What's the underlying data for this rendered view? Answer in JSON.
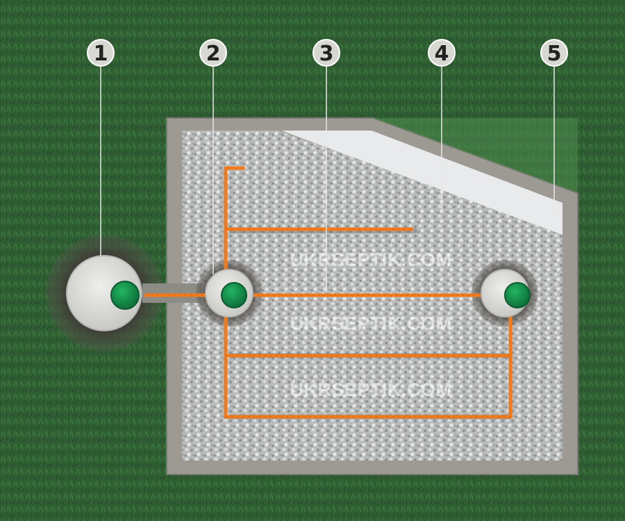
{
  "callouts": [
    {
      "label": "1"
    },
    {
      "label": "2"
    },
    {
      "label": "3"
    },
    {
      "label": "4"
    },
    {
      "label": "5"
    }
  ],
  "watermarks": [
    "UKRSEPTIK.COM",
    "UKRSEPTIK.COM",
    "UKRSEPTIK.COM"
  ],
  "colors": {
    "grass": "#2f5e33",
    "concrete": "#9c9a93",
    "gravel": "#c2c4c3",
    "pipe": "#f07a1c",
    "lid": "#15964e",
    "membrane": "#e8eaec"
  }
}
